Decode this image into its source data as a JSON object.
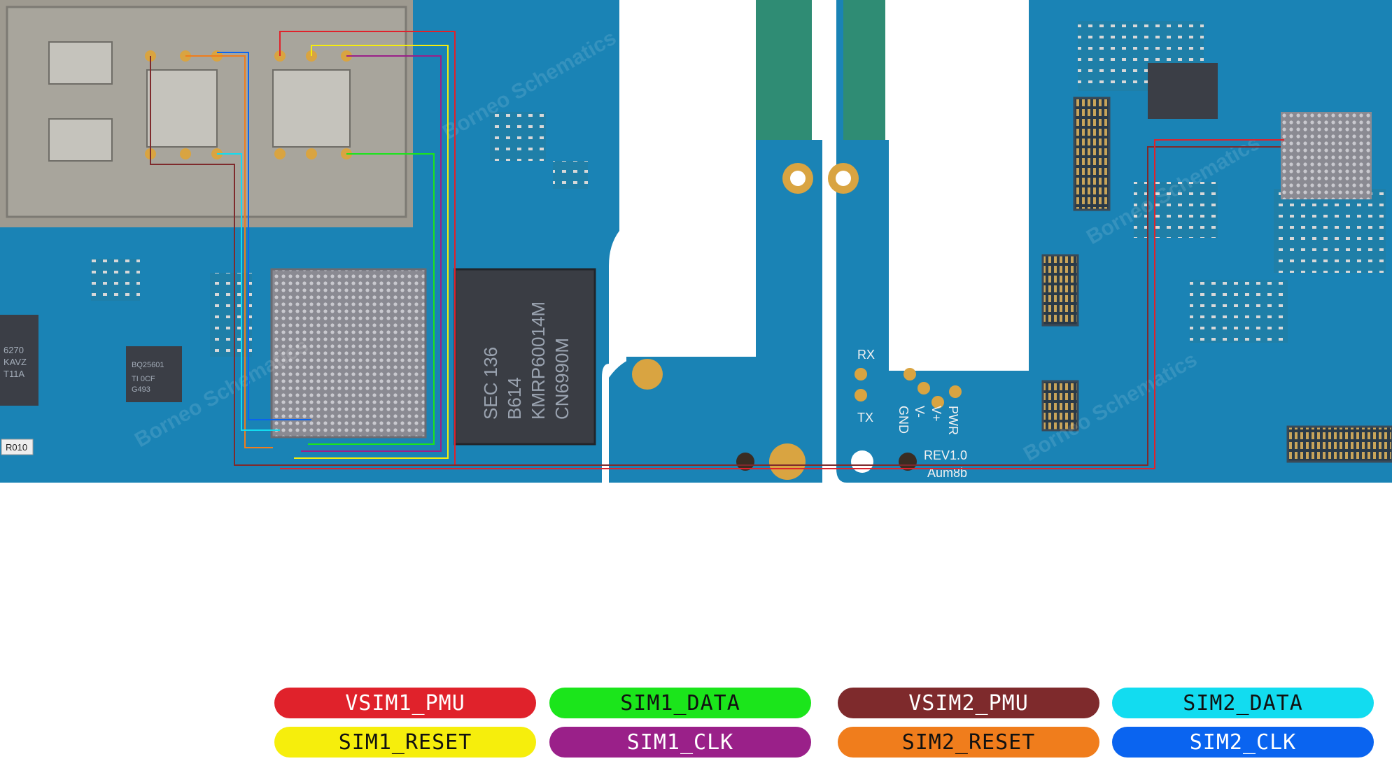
{
  "board": {
    "silkscreen": {
      "rev": "REV1.0",
      "model": "Aum8b",
      "rx": "RX",
      "tx": "TX",
      "gnd": "GND",
      "vminus": "V-",
      "vplus": "V+",
      "pwr": "PWR",
      "memory_chip": [
        "SEC 136",
        "B614",
        "KMRP60014M",
        "CN6990M"
      ],
      "left_chip": [
        "BQ25601",
        "TI 0CF",
        "G493"
      ],
      "edge_chip": [
        "6270",
        "KAVZ",
        "T11A"
      ],
      "resistor": "R010"
    },
    "watermark": "Borneo Schematics"
  },
  "legend": [
    {
      "label": "VSIM1_PMU",
      "color": "#e0222b"
    },
    {
      "label": "SIM1_DATA",
      "color": "#1be51b"
    },
    {
      "label": "VSIM2_PMU",
      "color": "#7e2a2c"
    },
    {
      "label": "SIM2_DATA",
      "color": "#12dcf0"
    },
    {
      "label": "SIM1_RESET",
      "color": "#f6ee0c"
    },
    {
      "label": "SIM1_CLK",
      "color": "#9a2089"
    },
    {
      "label": "SIM2_RESET",
      "color": "#f07d1c"
    },
    {
      "label": "SIM2_CLK",
      "color": "#0a64f0"
    }
  ]
}
